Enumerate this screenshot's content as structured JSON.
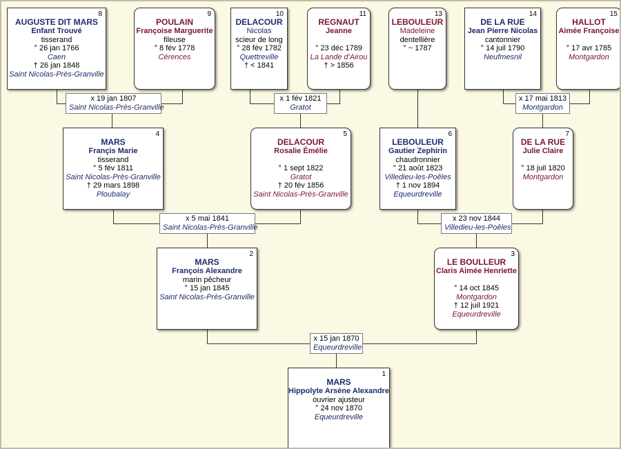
{
  "persons": {
    "p1": {
      "num": "1",
      "name": "MARS",
      "given": "Hippolyte Arsène Alexandre",
      "lines": [
        "ouvrier ajusteur",
        "° 24 nov 1870",
        "Equeurdreville"
      ]
    },
    "p2": {
      "num": "2",
      "name": "MARS",
      "given": "François Alexandre",
      "lines": [
        "marin pêcheur",
        "° 15 jan 1845",
        "Saint Nicolas-Près-Granville"
      ]
    },
    "p3": {
      "num": "3",
      "name": "LE BOULLEUR",
      "given": "Claris Aimée Henriette",
      "lines": [
        "",
        "° 14 oct 1845",
        "Montgardon",
        "† 12 juil 1921",
        "Equeurdreville"
      ]
    },
    "p4": {
      "num": "4",
      "name": "MARS",
      "given": "Françis Marie",
      "lines": [
        "tisserand",
        "° 5 fév 1811",
        "Saint Nicolas-Près-Granville",
        "† 29 mars 1898",
        "Ploubalay"
      ]
    },
    "p5": {
      "num": "5",
      "name": "DELACOUR",
      "given": "Rosalie Émélie",
      "lines": [
        "",
        "° 1 sept 1822",
        "Gratot",
        "† 20 fév 1856",
        "Saint Nicolas-Près-Granville"
      ]
    },
    "p6": {
      "num": "6",
      "name": "LEBOULEUR",
      "given": "Gautier Zephirin",
      "lines": [
        "chaudronnier",
        "° 21 août 1823",
        "Villedieu-les-Poêles",
        "† 1 nov 1894",
        "Equeurdreville"
      ]
    },
    "p7": {
      "num": "7",
      "name": "DE LA RUE",
      "given": "Julie Claire",
      "lines": [
        "",
        "° 18 juil 1820",
        "Montgardon"
      ]
    },
    "p8": {
      "num": "8",
      "name": "AUGUSTE DIT MARS",
      "given": "Enfant Trouvé",
      "lines": [
        "tisserand",
        "° 26 jan 1766",
        "Caen",
        "† 26 jan 1848",
        "Saint Nicolas-Près-Granville"
      ]
    },
    "p9": {
      "num": "9",
      "name": "POULAIN",
      "given": "Françoise Marguerite",
      "lines": [
        "fileuse",
        "° 8 fév 1778",
        "Cérences"
      ]
    },
    "p10": {
      "num": "10",
      "name": "DELACOUR",
      "given": "Nicolas",
      "lines": [
        "scieur de long",
        "° 28 fév 1782",
        "Quettreville",
        "† < 1841"
      ]
    },
    "p11": {
      "num": "11",
      "name": "REGNAUT",
      "given": "Jeanne",
      "lines": [
        "",
        "° 23 déc 1789",
        "La Lande d'Airou",
        "† > 1856"
      ]
    },
    "p12": {
      "num": "13",
      "name": "LEBOULEUR",
      "given": "Madeleine",
      "lines": [
        "dentellière",
        "° ~ 1787"
      ]
    },
    "p13": {
      "num": "14",
      "name": "DE LA RUE",
      "given": "Jean Pierre Nicolas",
      "lines": [
        "cantonnier",
        "° 14 juil 1790",
        "Neufmesnil"
      ]
    },
    "p14": {
      "num": "15",
      "name": "HALLOT",
      "given": "Aimée Françoise",
      "lines": [
        "",
        "° 17 avr 1785",
        "Montgardon"
      ]
    }
  },
  "marriages": {
    "m1": {
      "date": "x 15 jan 1870",
      "place": "Equeurdreville"
    },
    "m2": {
      "date": "x 5 mai 1841",
      "place": "Saint Nicolas-Près-Granville"
    },
    "m3": {
      "date": "x 23 nov 1844",
      "place": "Villedieu-les-Poêles"
    },
    "m4": {
      "date": "x 19 jan 1807",
      "place": "Saint Nicolas-Près-Granville"
    },
    "m5": {
      "date": "x 1 fév 1821",
      "place": "Gratot"
    },
    "m6": {
      "date": "x 17 mai 1813",
      "place": "Montgardon"
    }
  }
}
